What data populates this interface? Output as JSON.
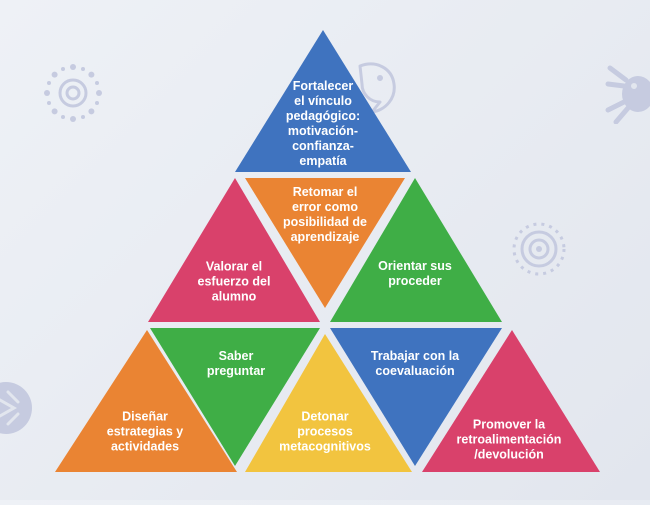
{
  "colors": {
    "blue": "#3f73bf",
    "orange": "#ea8433",
    "pink": "#d9416b",
    "green": "#3fae46",
    "yellow": "#f2c43f",
    "decoration": "#c6cbe0"
  },
  "decorations": [
    {
      "id": "sun-left",
      "icon": "sun-icon"
    },
    {
      "id": "bird",
      "icon": "bird-icon"
    },
    {
      "id": "frog",
      "icon": "frog-icon"
    },
    {
      "id": "sun-right",
      "icon": "sun-icon"
    },
    {
      "id": "bug",
      "icon": "bug-icon"
    }
  ],
  "triangles": [
    {
      "id": "fortalecer-vinculo",
      "color": "blue",
      "lines": [
        "Fortalecer",
        "el vínculo",
        "pedagógico:",
        "motivación-",
        "confianza-",
        "empatía"
      ]
    },
    {
      "id": "retomar-error",
      "color": "orange",
      "lines": [
        "Retomar el",
        "error como",
        "posibilidad de",
        "aprendizaje"
      ]
    },
    {
      "id": "valorar-esfuerzo",
      "color": "pink",
      "lines": [
        "Valorar el",
        "esfuerzo del",
        "alumno"
      ]
    },
    {
      "id": "orientar-proceder",
      "color": "green",
      "lines": [
        "Orientar sus",
        "proceder"
      ]
    },
    {
      "id": "disenar-estrategias",
      "color": "orange",
      "lines": [
        "Diseñar",
        "estrategias y",
        "actividades"
      ]
    },
    {
      "id": "saber-preguntar",
      "color": "green",
      "lines": [
        "Saber",
        "preguntar"
      ]
    },
    {
      "id": "detonar-procesos",
      "color": "yellow",
      "lines": [
        "Detonar",
        "procesos",
        "metacognitivos"
      ]
    },
    {
      "id": "trabajar-coevaluacion",
      "color": "blue",
      "lines": [
        "Trabajar con la",
        "coevaluación"
      ]
    },
    {
      "id": "promover-retroalimentacion",
      "color": "pink",
      "lines": [
        "Promover la",
        "retroalimentación",
        "/devolución"
      ]
    }
  ]
}
